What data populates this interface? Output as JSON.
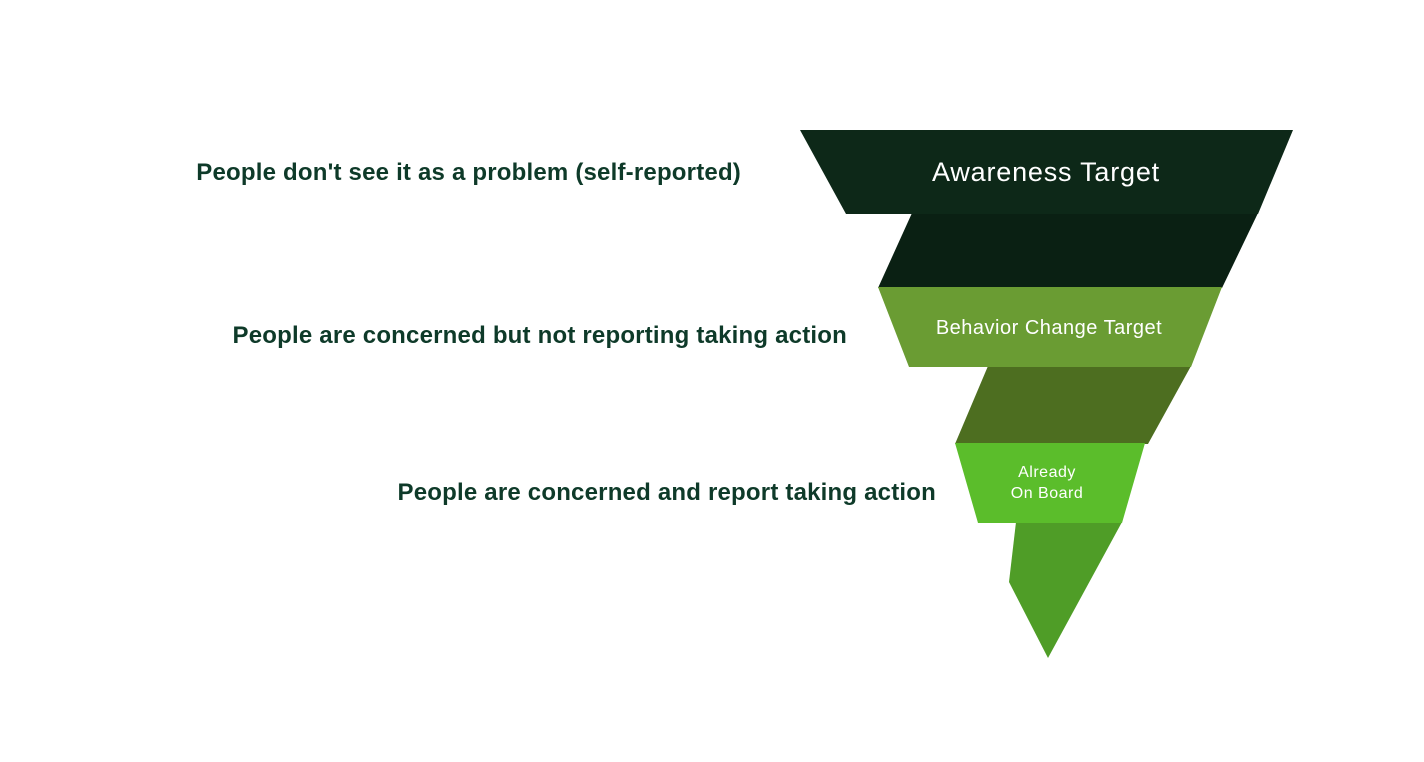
{
  "diagram": {
    "type": "funnel",
    "stages": [
      {
        "title": "Awareness Target",
        "description": "People don't see it as a problem (self-reported)",
        "color": "#0d2818"
      },
      {
        "title": "Behavior Change Target",
        "description": "People are concerned but not reporting taking action",
        "color": "#6a9c33"
      },
      {
        "title_line1": "Already",
        "title_line2": "On Board",
        "description": "People are concerned and report taking action",
        "color": "#5bbd2b"
      }
    ],
    "colors": {
      "band1": "#0d2818",
      "fold1": "#0a2013",
      "band2": "#6a9c33",
      "fold2": "#4d6e20",
      "band3": "#5bbd2b",
      "tail": "#4f9d27",
      "label_text": "#0e3a29",
      "band_text": "#ffffff",
      "background": "#ffffff"
    }
  }
}
